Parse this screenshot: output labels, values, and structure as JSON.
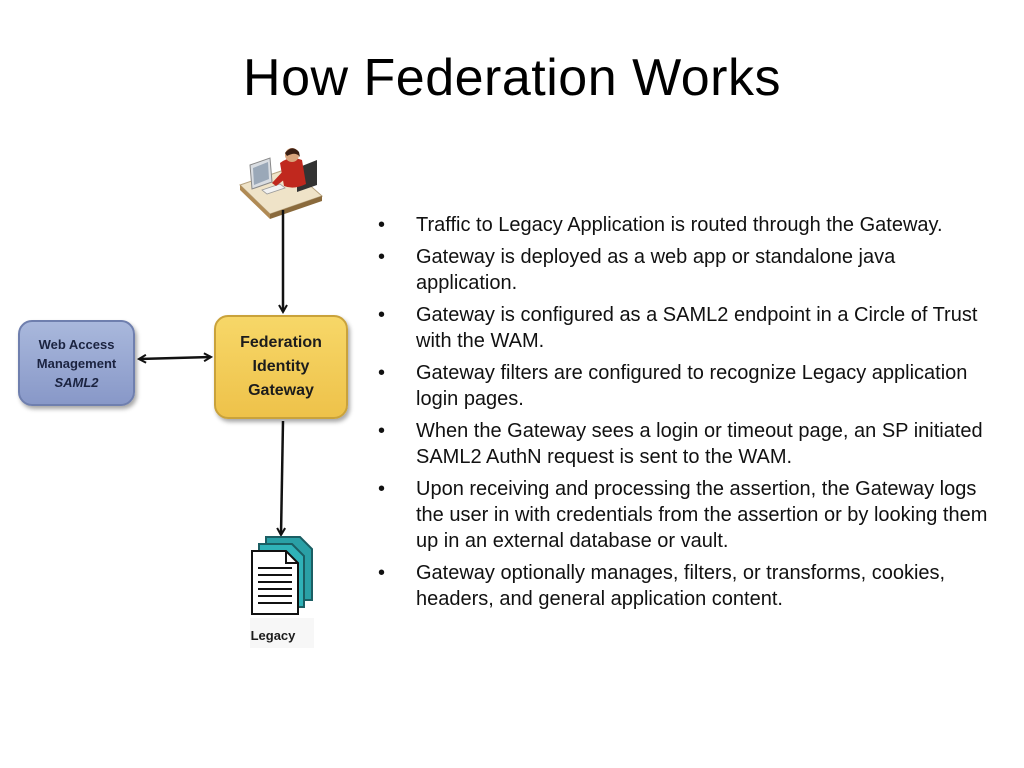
{
  "slide": {
    "title": "How Federation Works"
  },
  "diagram": {
    "nodes": {
      "wam": {
        "line1": "Web Access",
        "line2": "Management",
        "line3": "SAML2"
      },
      "gateway": {
        "line1": "Federation",
        "line2": "Identity",
        "line3": "Gateway"
      },
      "legacy": {
        "label": "Legacy"
      },
      "user": {
        "icon": "user-at-computer-icon"
      }
    },
    "edges": [
      {
        "from": "user",
        "to": "gateway",
        "direction": "one-way"
      },
      {
        "from": "wam",
        "to": "gateway",
        "direction": "two-way"
      },
      {
        "from": "gateway",
        "to": "legacy",
        "direction": "one-way"
      }
    ],
    "colors": {
      "wam_fill": "#8f9fcd",
      "gateway_fill": "#f2c94c",
      "arrow": "#111111",
      "legacy_doc_back": "#2aa0a6"
    }
  },
  "bullets": {
    "marker": "•",
    "items": [
      "Traffic to Legacy Application is routed through the Gateway.",
      "Gateway is deployed as a web app or standalone java application.",
      "Gateway is configured as a SAML2 endpoint in a Circle of Trust with the WAM.",
      "Gateway filters are configured to recognize Legacy application login pages.",
      "When the Gateway sees a login or timeout page,  an SP initiated SAML2  AuthN request is sent to the WAM.",
      "Upon receiving and processing the assertion, the Gateway logs the user in with credentials from the assertion or by looking them up in an external database or vault.",
      "Gateway optionally manages, filters, or transforms, cookies, headers, and general application content."
    ]
  }
}
